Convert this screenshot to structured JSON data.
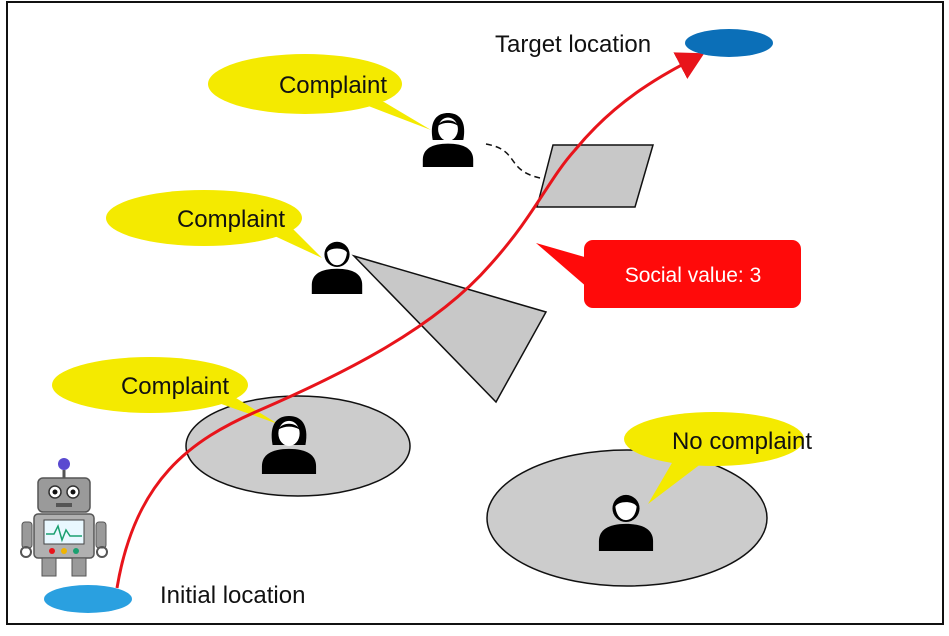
{
  "diagram": {
    "target_label": "Target location",
    "initial_label": "Initial location",
    "social_value_label": "Social value: 3",
    "bubbles": [
      {
        "text": "Complaint"
      },
      {
        "text": "Complaint"
      },
      {
        "text": "Complaint"
      },
      {
        "text": "No complaint"
      }
    ],
    "colors": {
      "bubble_fill": "#f4ea00",
      "zone_fill": "#cccccc",
      "path": "#e8141b",
      "callout": "#ff0a0a",
      "target": "#0b6fb8",
      "initial": "#2aa0e0"
    },
    "icons": [
      "robot-icon",
      "person-female-icon",
      "person-male-icon"
    ]
  }
}
